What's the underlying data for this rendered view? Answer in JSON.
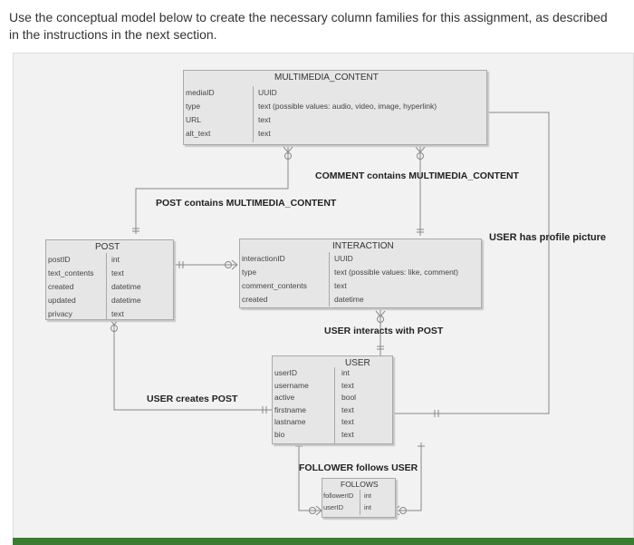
{
  "instructions": "Use the conceptual model below to create the necessary column families for this assignment, as described in the instructions in the next section.",
  "entities": {
    "multimedia": {
      "title": "MULTIMEDIA_CONTENT",
      "columns": [
        {
          "name": "mediaID",
          "type": "UUID"
        },
        {
          "name": "type",
          "type": "text (possible values: audio, video, image, hyperlink)"
        },
        {
          "name": "URL",
          "type": "text"
        },
        {
          "name": "alt_text",
          "type": "text"
        }
      ]
    },
    "post": {
      "title": "POST",
      "columns": [
        {
          "name": "postID",
          "type": "int"
        },
        {
          "name": "text_contents",
          "type": "text"
        },
        {
          "name": "created",
          "type": "datetime"
        },
        {
          "name": "updated",
          "type": "datetime"
        },
        {
          "name": "privacy",
          "type": "text"
        }
      ]
    },
    "interaction": {
      "title": "INTERACTION",
      "columns": [
        {
          "name": "interactionID",
          "type": "UUID"
        },
        {
          "name": "type",
          "type": "text (possible values: like, comment)"
        },
        {
          "name": "comment_contents",
          "type": "text"
        },
        {
          "name": "created",
          "type": "datetime"
        }
      ]
    },
    "user": {
      "title": "USER",
      "columns": [
        {
          "name": "userID",
          "type": "int"
        },
        {
          "name": "username",
          "type": "text"
        },
        {
          "name": "active",
          "type": "bool"
        },
        {
          "name": "firstname",
          "type": "text"
        },
        {
          "name": "lastname",
          "type": "text"
        },
        {
          "name": "bio",
          "type": "text"
        }
      ]
    },
    "follows": {
      "title": "FOLLOWS",
      "columns": [
        {
          "name": "followerID",
          "type": "int"
        },
        {
          "name": "userID",
          "type": "int"
        }
      ]
    }
  },
  "relationships": {
    "comment_multimedia": "COMMENT contains MULTIMEDIA_CONTENT",
    "post_multimedia": "POST contains MULTIMEDIA_CONTENT",
    "user_profile_picture": "USER has profile picture",
    "user_interacts_post": "USER interacts with POST",
    "user_creates_post": "USER creates POST",
    "follower_follows_user": "FOLLOWER follows USER"
  }
}
